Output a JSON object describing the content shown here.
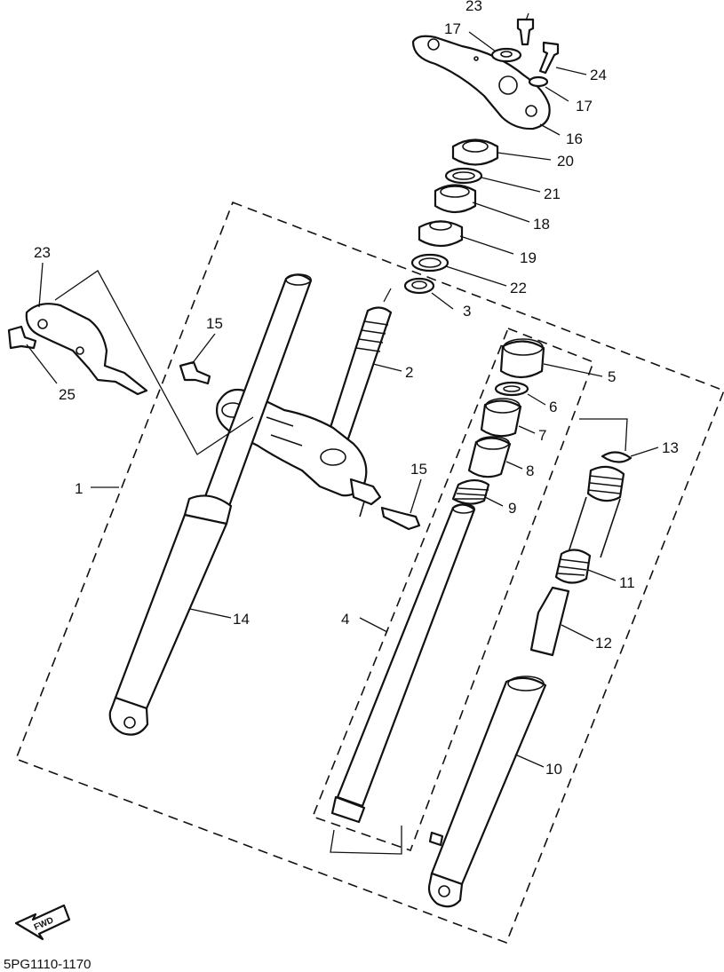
{
  "diagram": {
    "drawing_code": "5PG1110-1170",
    "direction_marker": "FWD",
    "callouts": [
      {
        "id": "c1",
        "label": "1"
      },
      {
        "id": "c2",
        "label": "2"
      },
      {
        "id": "c3",
        "label": "3"
      },
      {
        "id": "c4",
        "label": "4"
      },
      {
        "id": "c5",
        "label": "5"
      },
      {
        "id": "c6",
        "label": "6"
      },
      {
        "id": "c7",
        "label": "7"
      },
      {
        "id": "c8",
        "label": "8"
      },
      {
        "id": "c9",
        "label": "9"
      },
      {
        "id": "c10",
        "label": "10"
      },
      {
        "id": "c11",
        "label": "11"
      },
      {
        "id": "c12",
        "label": "12"
      },
      {
        "id": "c13",
        "label": "13"
      },
      {
        "id": "c14",
        "label": "14"
      },
      {
        "id": "c15a",
        "label": "15"
      },
      {
        "id": "c15b",
        "label": "15"
      },
      {
        "id": "c16",
        "label": "16"
      },
      {
        "id": "c17a",
        "label": "17"
      },
      {
        "id": "c17b",
        "label": "17"
      },
      {
        "id": "c18",
        "label": "18"
      },
      {
        "id": "c19",
        "label": "19"
      },
      {
        "id": "c20",
        "label": "20"
      },
      {
        "id": "c21",
        "label": "21"
      },
      {
        "id": "c22",
        "label": "22"
      },
      {
        "id": "c23a",
        "label": "23"
      },
      {
        "id": "c23b",
        "label": "23"
      },
      {
        "id": "c24",
        "label": "24"
      },
      {
        "id": "c25",
        "label": "25"
      }
    ]
  }
}
